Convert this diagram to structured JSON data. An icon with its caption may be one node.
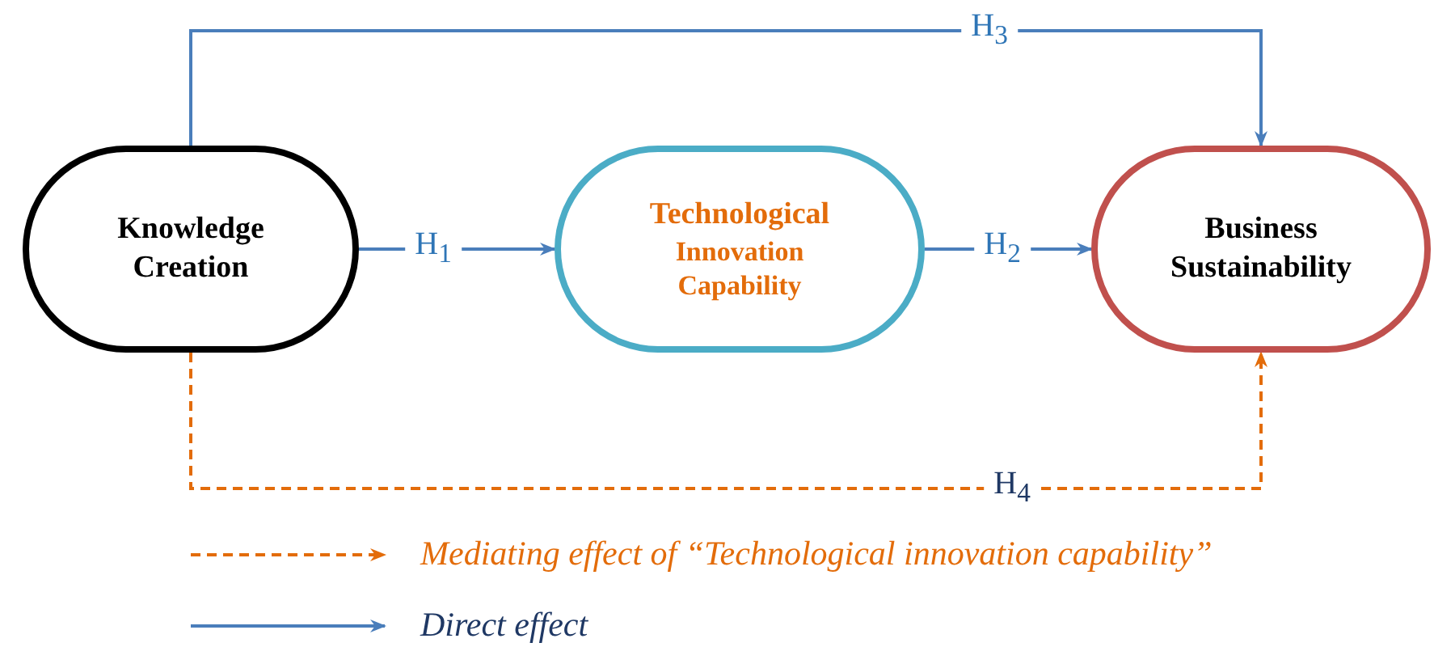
{
  "diagram": {
    "nodes": [
      {
        "text": [
          "Knowledge Creation"
        ]
      },
      {
        "text": [
          "Technological",
          "Innovation Capability"
        ]
      },
      {
        "text": [
          "Business Sustainability"
        ]
      }
    ],
    "edges": [
      {
        "from": 0,
        "to": 1,
        "arrow": "to",
        "label": "H$_{1}$"
      },
      {
        "from": 1,
        "to": 2,
        "arrow": "to",
        "label": "H$_{2}$"
      },
      {
        "from": 0,
        "to": 2,
        "arrow": "to",
        "label": "H$_{3}$"
      },
      {
        "from": 0,
        "to": 2,
        "arrow": "to",
        "label": "H$_{4}$",
        "style": "dashed",
        "color": "#e36c0a"
      }
    ],
    "legend": [
      {
        "text": "Mediating effect of “Technological innovation capability”"
      },
      {
        "text": "Direct effect"
      }
    ]
  }
}
